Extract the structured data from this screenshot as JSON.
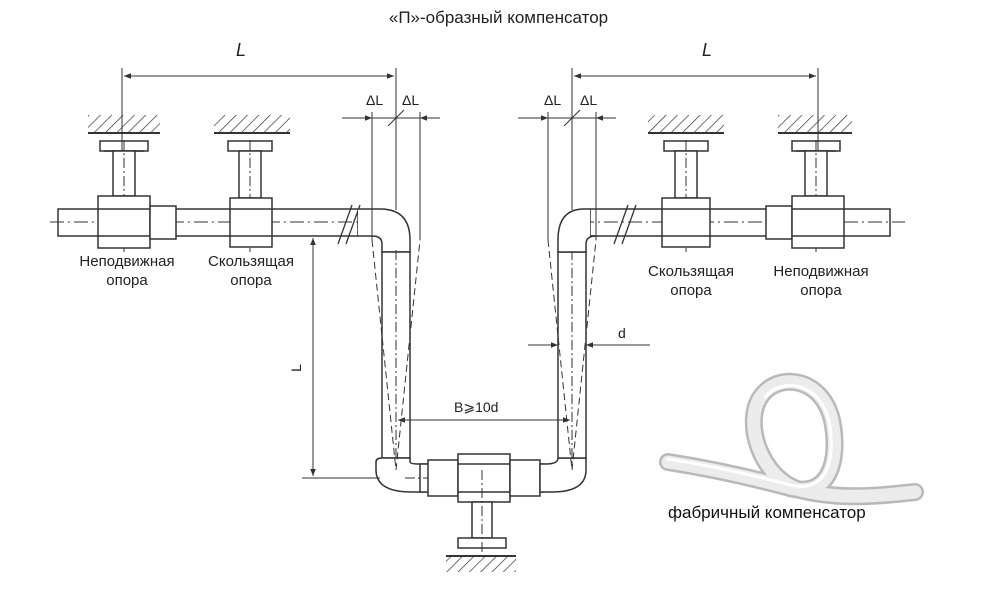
{
  "title": "«П»-образный компенсатор",
  "labels": {
    "fixed_support_left": [
      "Неподвижная",
      "опора"
    ],
    "sliding_support_left": [
      "Скользящая",
      "опора"
    ],
    "sliding_support_right": [
      "Скользящая",
      "опора"
    ],
    "fixed_support_right": [
      "Неподвижная",
      "опора"
    ]
  },
  "dimensions": {
    "length_top_left": "L",
    "length_top_right": "L",
    "delta_l": "ΔL",
    "length_vertical": "L",
    "pipe_diameter": "d",
    "width_min": "B⩾10d"
  },
  "product_caption": "фабричный компенсатор",
  "colors": {
    "line": "#333333",
    "pipe_fill": "#ffffff",
    "flex_pipe": "#e6e6e6"
  }
}
